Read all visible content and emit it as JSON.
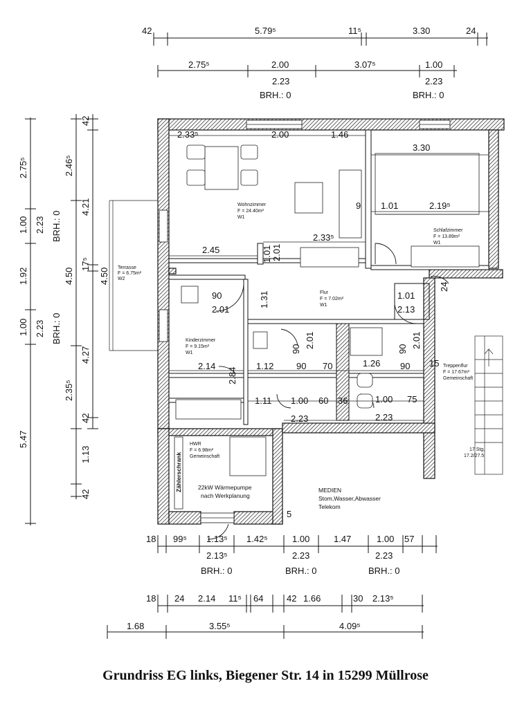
{
  "caption": "Grundriss EG links, Biegener Str. 14 in 15299 Müllrose",
  "top_dims_row1": [
    "42",
    "5.79⁵",
    "11⁵",
    "3.30",
    "24"
  ],
  "top_dims_row2": [
    "2.75⁵",
    "2.00",
    "3.07⁵",
    "1.00"
  ],
  "top_window_labels": [
    {
      "height": "2.23",
      "brh": "BRH.: 0"
    },
    {
      "height": "2.23",
      "brh": "BRH.: 0"
    }
  ],
  "left_dims_outer": [
    "2.75⁵",
    "1.00",
    "1.92",
    "1.00",
    "5.47"
  ],
  "left_dims_sub": [
    "2.23",
    "2.23"
  ],
  "left_brh": [
    "BRH.: 0",
    "BRH.: 0"
  ],
  "left_dims_mid": [
    "2.46⁵",
    "4.50",
    "2.35⁵",
    "1.13",
    "42"
  ],
  "left_dims_inner": [
    "42",
    "4.21",
    "17⁵",
    "4.27",
    "42",
    "42"
  ],
  "terrasse_dim": "4.50",
  "rooms": {
    "wohnzimmer": {
      "name": "Wohnzimmer",
      "area": "F = 24.40m²",
      "code": "W1"
    },
    "schlafzimmer": {
      "name": "Schlafzimmer",
      "area": "F = 13.89m²",
      "code": "W1"
    },
    "terrasse": {
      "name": "Terrasse",
      "area": "F = 6.75m²",
      "code": "W2"
    },
    "flur": {
      "name": "Flur",
      "area": "F = 7.02m²",
      "code": "W1"
    },
    "kinderzimmer": {
      "name": "Kinderzimmer",
      "area": "F = 9.15m²",
      "code": "W1"
    },
    "treppenflur": {
      "name": "Treppenflur",
      "area": "F = 17.67m²",
      "code": "Gemeinschaft"
    },
    "hwr": {
      "name": "HWR",
      "area": "F = 6.98m²",
      "code": "Gemeinschaft"
    }
  },
  "notes": {
    "zaehlerschrank": "Zählerschrank",
    "waermepumpe_1": "22kW Wärmepumpe",
    "waermepumpe_2": "nach Werkplanung",
    "medien_title": "MEDIEN",
    "medien_1": "Stom,Wasser,Abwasser",
    "medien_2": "Telekom",
    "stairs_1": "17 Stg.",
    "stairs_2": "17.2/27.5"
  },
  "interior_dims": [
    "2.33⁵",
    "2.00",
    "1.46",
    "3.30",
    "9",
    "1.01",
    "2.19⁵",
    "2.45",
    "1.01",
    "2.01",
    "2.33⁵",
    "90",
    "2.01",
    "1.31",
    "1.01",
    "2.13",
    "24",
    "90",
    "2.01",
    "90",
    "2.01",
    "2.14",
    "2.84",
    "1.12",
    "90",
    "70",
    "1.26",
    "90",
    "15",
    "1.11",
    "1.00",
    "60",
    "36",
    "1.00",
    "75",
    "2.23",
    "2.23",
    "5"
  ],
  "bottom_dims_row1": [
    "18",
    "99⁵",
    "1.13⁵",
    "1.42⁵",
    "1.00",
    "1.47",
    "1.00",
    "57"
  ],
  "bottom_window_labels": [
    {
      "height": "2.13⁵",
      "brh": "BRH.: 0"
    },
    {
      "height": "2.23",
      "brh": "BRH.: 0"
    },
    {
      "height": "2.23",
      "brh": "BRH.: 0"
    }
  ],
  "bottom_dims_row2": [
    "18",
    "24",
    "2.14",
    "11⁵",
    "64",
    "42",
    "1.66",
    "30",
    "2.13⁵"
  ],
  "bottom_dims_row3": [
    "1.68",
    "3.55⁵",
    "4.09⁵"
  ]
}
